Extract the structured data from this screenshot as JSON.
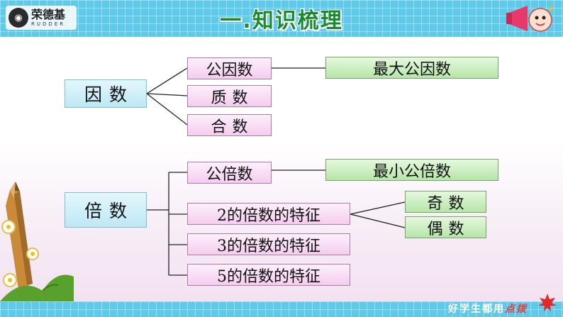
{
  "header": {
    "logo_cn": "荣德基",
    "logo_en": "RUDDER",
    "title": "一.知识梳理"
  },
  "footer": {
    "slogan_plain": "好学生都用",
    "slogan_brand": "点拨"
  },
  "diagram": {
    "factor": {
      "label": "因数",
      "children": [
        "公因数",
        "质数",
        "合数"
      ],
      "gcf": "最大公因数"
    },
    "multiple": {
      "label": "倍数",
      "children": [
        "公倍数",
        "2的倍数的特征",
        "3的倍数的特征",
        "5的倍数的特征"
      ],
      "lcm": "最小公倍数",
      "parity": [
        "奇数",
        "偶数"
      ]
    }
  },
  "colors": {
    "header_blue": "#5fc9ea",
    "title_green": "#1a8a2e",
    "root_box": "#bde8f5",
    "child_box": "#f4cdee",
    "result_box": "#b6e6a8"
  }
}
